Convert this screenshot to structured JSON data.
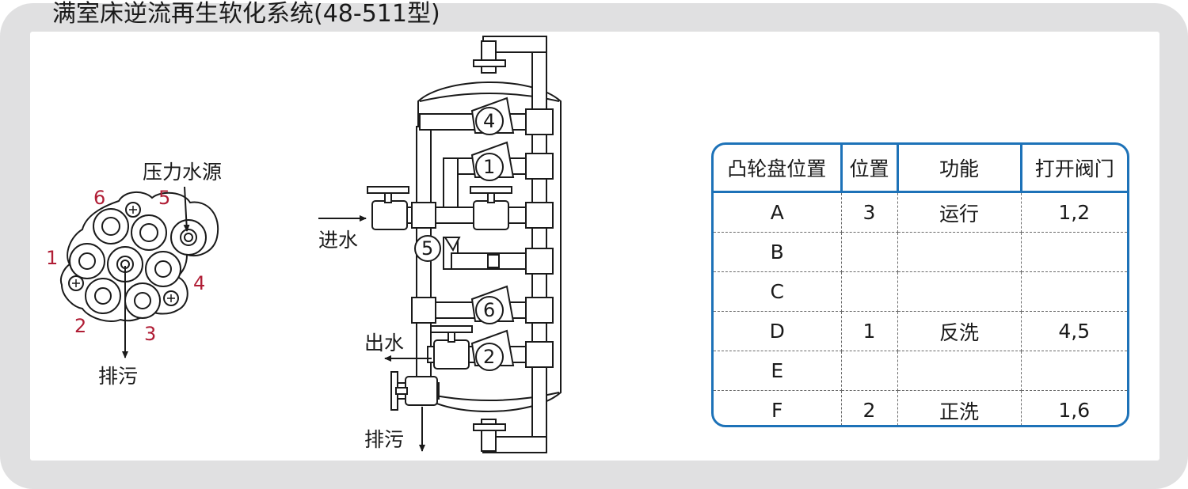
{
  "title": "满室床逆流再生软化系统(48-511型)",
  "valve_head": {
    "pressure_label": "压力水源",
    "drain_label": "排污",
    "port_numbers": [
      "1",
      "2",
      "3",
      "4",
      "5",
      "6"
    ]
  },
  "piping": {
    "inlet_label": "进水",
    "outlet_label": "出水",
    "drain_label": "排污",
    "valve_numbers": [
      "1",
      "2",
      "4",
      "5",
      "6"
    ]
  },
  "cam_table": {
    "headers": [
      "凸轮盘位置",
      "位置",
      "功能",
      "打开阀门"
    ],
    "rows": [
      [
        "A",
        "3",
        "运行",
        "1,2"
      ],
      [
        "B",
        "",
        "",
        ""
      ],
      [
        "C",
        "",
        "",
        ""
      ],
      [
        "D",
        "1",
        "反洗",
        "4,5"
      ],
      [
        "E",
        "",
        "",
        ""
      ],
      [
        "F",
        "2",
        "正洗",
        "1,6"
      ]
    ]
  },
  "colors": {
    "frame": "#e0e0e1",
    "table_border": "#1d72b8",
    "port_number_red": "#b01d35",
    "line": "#1a1a1a"
  }
}
